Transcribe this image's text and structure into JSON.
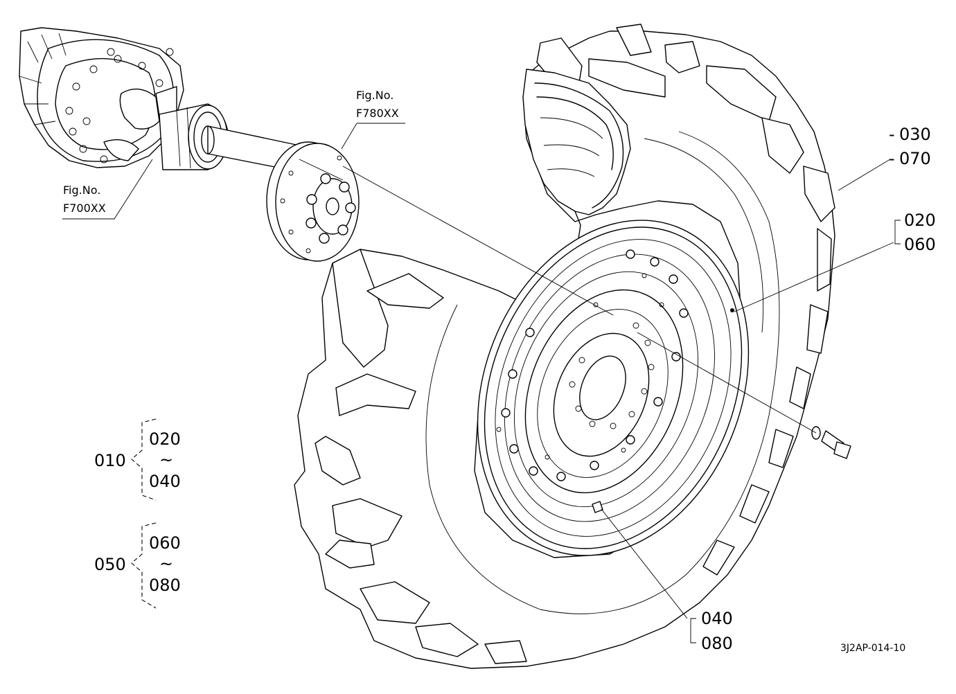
{
  "diagram": {
    "fig_refs": [
      {
        "line1": "Fig.No.",
        "line2": "F780XX"
      },
      {
        "line1": "Fig.No.",
        "line2": "F700XX"
      }
    ],
    "callouts": {
      "c030": "030",
      "c070": "070",
      "c020": "020",
      "c060": "060",
      "c040": "040",
      "c080": "080"
    },
    "group_010": {
      "id": "010",
      "from": "020",
      "tilde": "~",
      "to": "040"
    },
    "group_050": {
      "id": "050",
      "from": "060",
      "tilde": "~",
      "to": "080"
    },
    "drawing_code": "3J2AP-014-10"
  }
}
